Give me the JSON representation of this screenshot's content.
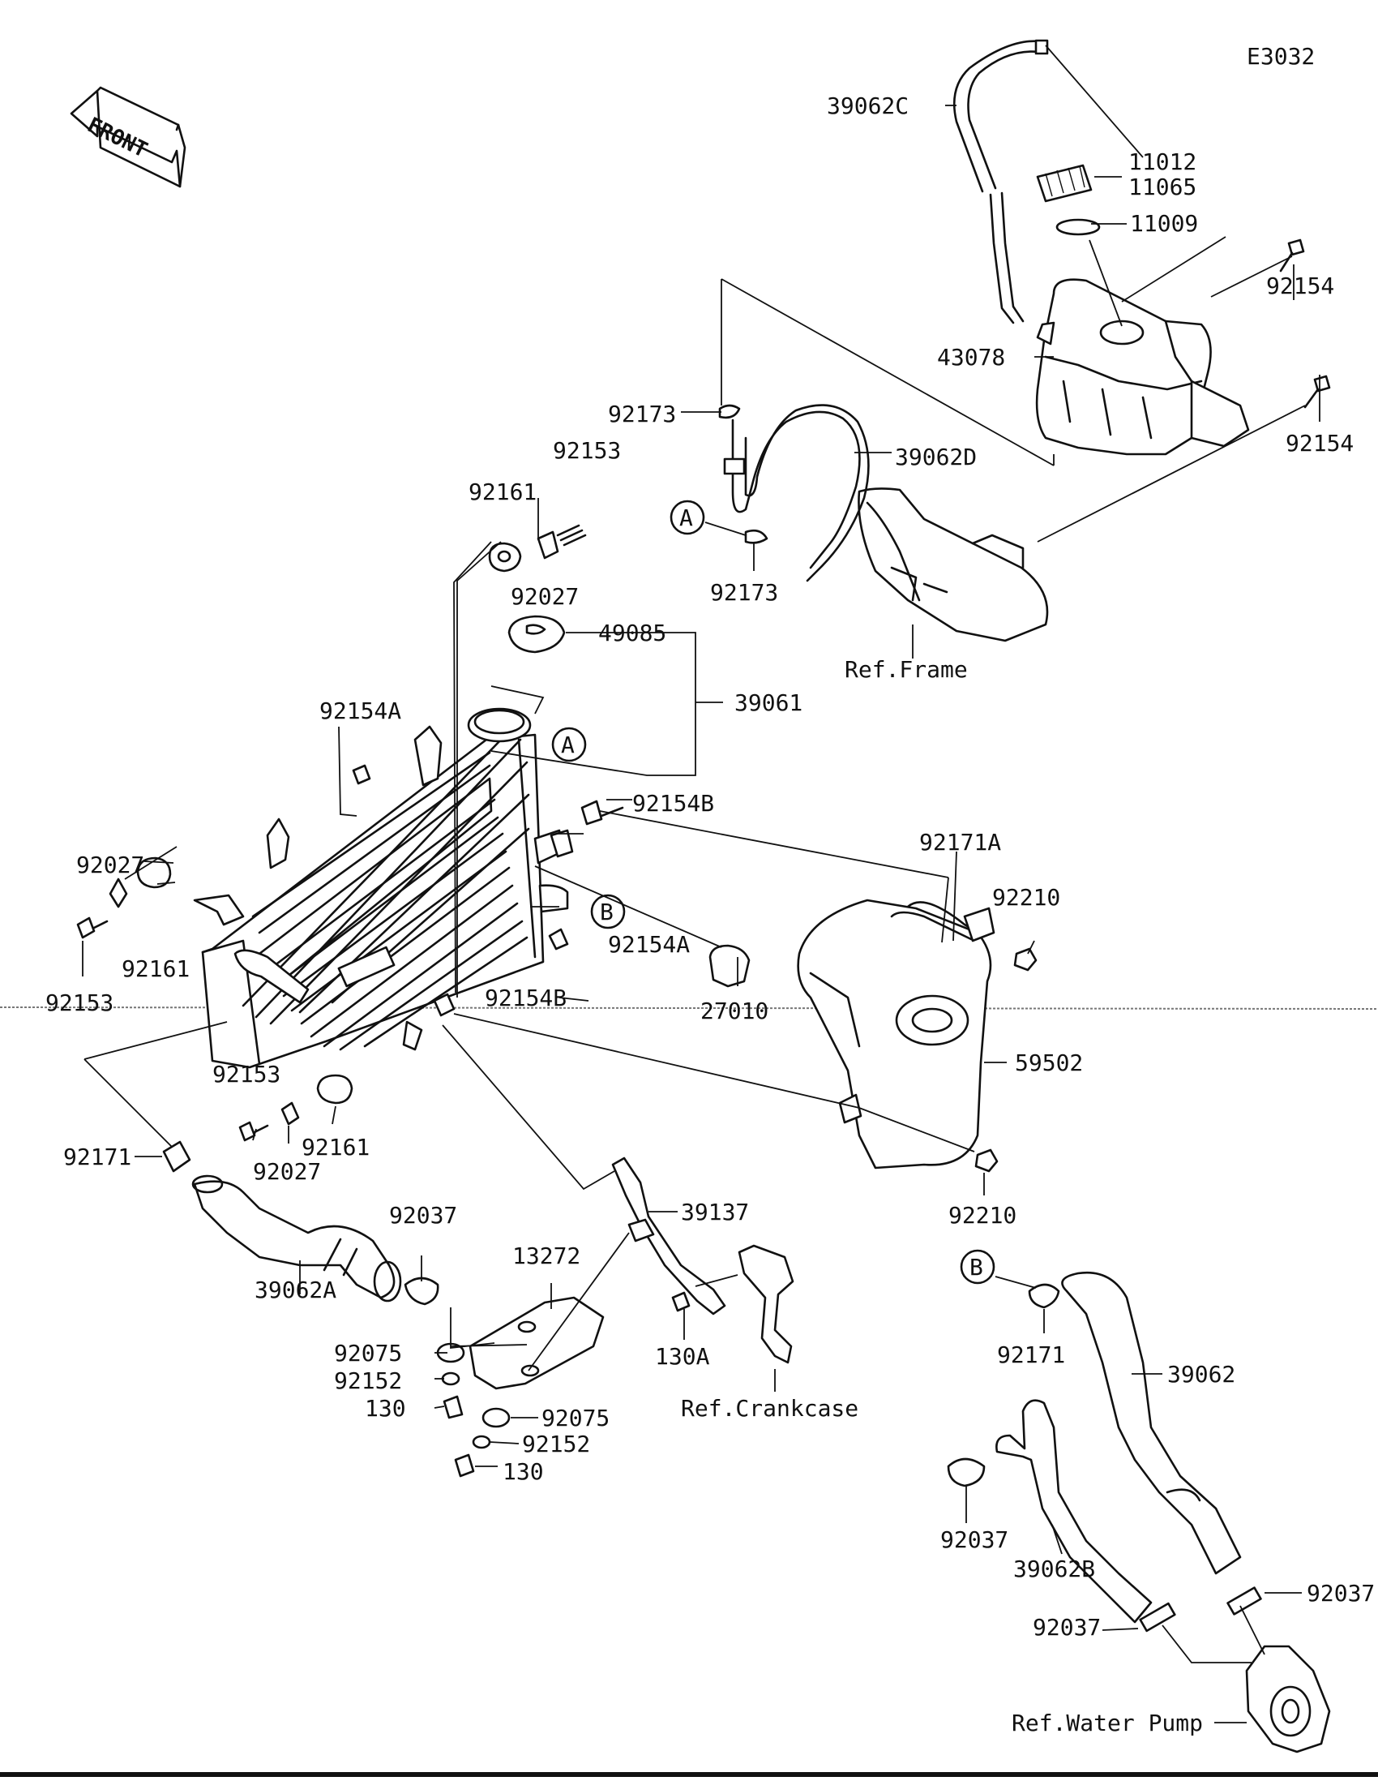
{
  "code": "E3032",
  "front_label": "FRONT",
  "circle_markers": [
    "A",
    "A",
    "B",
    "B"
  ],
  "labels": {
    "p39062C": "39062C",
    "p11012": "11012",
    "p11065": "11065",
    "p11009": "11009",
    "p43078": "43078",
    "p92154_top": "92154",
    "p92154_right": "92154",
    "p92173_top": "92173",
    "p92173_bottom": "92173",
    "p39062D": "39062D",
    "p92153_top": "92153",
    "p92161_top": "92161",
    "p92027_top": "92027",
    "p49085": "49085",
    "p39061": "39061",
    "p92154A_top": "92154A",
    "p92154B_top": "92154B",
    "p92171A": "92171A",
    "p92210_top": "92210",
    "p92027_left": "92027",
    "p92161_left": "92161",
    "p92154A_mid": "92154A",
    "p27010": "27010",
    "p92153_left": "92153",
    "p92154B_mid": "92154B",
    "p59502": "59502",
    "p92153_mid": "92153",
    "p92161_mid": "92161",
    "p92027_mid": "92027",
    "p92171_left": "92171",
    "p92037_left": "92037",
    "p39137": "39137",
    "p92210_bottom": "92210",
    "p39062A": "39062A",
    "p13272": "13272",
    "p92075_a": "92075",
    "p92152_a": "92152",
    "p130_a": "130",
    "p92075_b": "92075",
    "p92152_b": "92152",
    "p130_b": "130",
    "p130A": "130A",
    "p92171_right": "92171",
    "p39062": "39062",
    "p92037_mid": "92037",
    "p39062B": "39062B",
    "p92037_bl": "92037",
    "p92037_br": "92037"
  },
  "refs": {
    "frame": "Ref.Frame",
    "crankcase": "Ref.Crankcase",
    "water_pump": "Ref.Water Pump"
  }
}
